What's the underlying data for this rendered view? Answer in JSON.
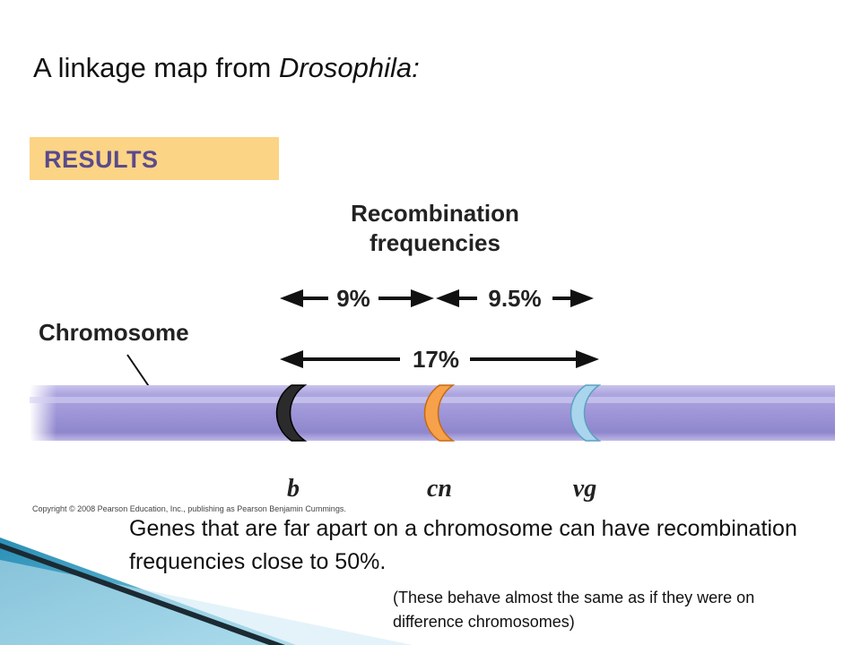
{
  "title": {
    "prefix": "A linkage map from ",
    "species": "Drosophila:"
  },
  "results_label": "RESULTS",
  "recombination_heading": {
    "line1": "Recombination",
    "line2": "frequencies"
  },
  "chromosome_label": "Chromosome",
  "distances": {
    "b_cn": "9%",
    "cn_vg": "9.5%",
    "b_vg": "17%"
  },
  "genes": [
    "b",
    "cn",
    "vg"
  ],
  "colors": {
    "chromosome": "#9e96d8",
    "results_box": "#fbd486",
    "results_text": "#5a4a8c",
    "gene_b": "#2b2b2b",
    "gene_cn": "#f7a14a",
    "gene_vg": "#a9d6ec"
  },
  "copyright": "Copyright © 2008 Pearson Education, Inc., publishing as Pearson Benjamin Cummings.",
  "note": "Genes that are far apart on a chromosome can have recombination frequencies close to 50%.",
  "sub_note": "(These behave almost the same as if they were on difference chromosomes)"
}
